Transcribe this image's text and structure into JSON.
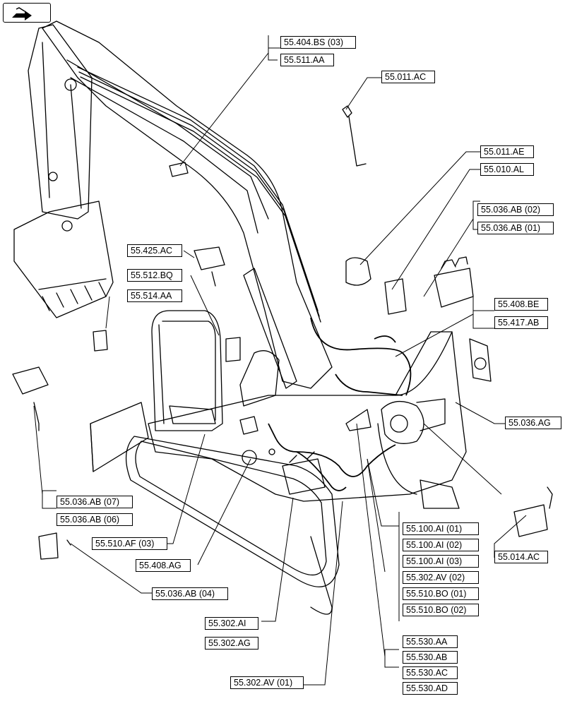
{
  "refs": {
    "r1": "55.404.BS (03)",
    "r2": "55.511.AA",
    "r3": "55.011.AC",
    "r4": "55.011.AE",
    "r5": "55.010.AL",
    "r6": "55.036.AB (02)",
    "r7": "55.036.AB (01)",
    "r8": "55.425.AC",
    "r9": "55.512.BQ",
    "r10": "55.514.AA",
    "r11": "55.408.BE",
    "r12": "55.417.AB",
    "r13": "55.036.AG",
    "r14": "55.036.AB (07)",
    "r15": "55.036.AB (06)",
    "r16": "55.510.AF (03)",
    "r17": "55.408.AG",
    "r18": "55.036.AB (04)",
    "r19": "55.302.AI",
    "r20": "55.302.AG",
    "r21": "55.302.AV (01)",
    "r22": "55.100.AI (01)",
    "r23": "55.100.AI (02)",
    "r24": "55.100.AI (03)",
    "r25": "55.302.AV (02)",
    "r26": "55.510.BO (01)",
    "r27": "55.510.BO (02)",
    "r28": "55.014.AC",
    "r29": "55.530.AA",
    "r30": "55.530.AB",
    "r31": "55.530.AC",
    "r32": "55.530.AD"
  },
  "icons": {
    "nav": "back-arrow-icon"
  }
}
